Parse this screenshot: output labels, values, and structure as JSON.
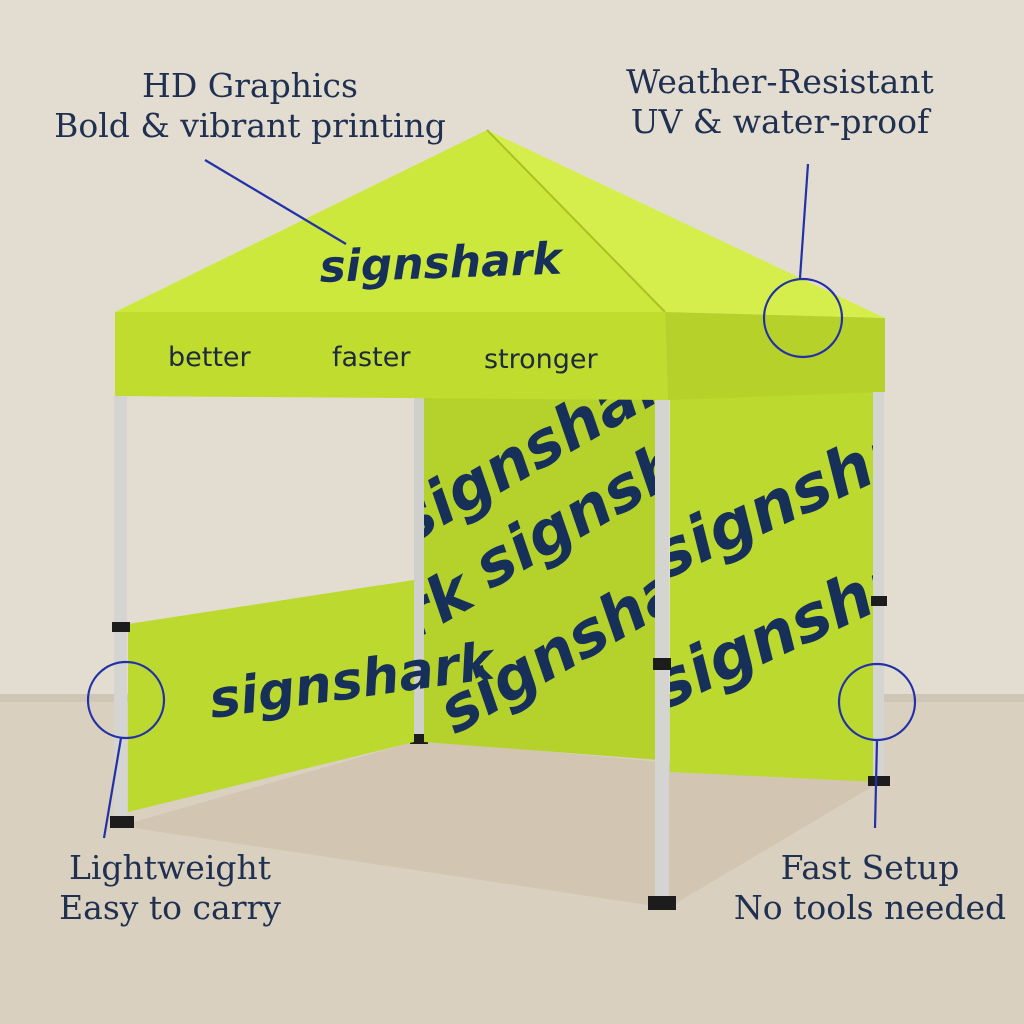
{
  "colors": {
    "background": "#e3ddd1",
    "floor": "#d9d0c0",
    "canopy": "#c7e232",
    "canopy_shade": "#b2cc28",
    "wall": "#b5d22c",
    "brand_text": "#17305a",
    "callout_line": "#2231a8",
    "frame": "#d4d4d0"
  },
  "callouts": {
    "hd_graphics": {
      "title": "HD Graphics",
      "subtitle": "Bold & vibrant printing"
    },
    "weather_resistant": {
      "title": "Weather-Resistant",
      "subtitle": "UV & water-proof"
    },
    "lightweight": {
      "title": "Lightweight",
      "subtitle": "Easy to carry"
    },
    "fast_setup": {
      "title": "Fast Setup",
      "subtitle": "No tools needed"
    }
  },
  "tent": {
    "roof_brand": "signshark",
    "valance": {
      "word1": "better",
      "word2": "faster",
      "word3": "stronger"
    },
    "half_wall_brand": "signshark",
    "back_wall_brand": [
      "signshar",
      "signshark",
      "rk",
      "signshark"
    ],
    "side_wall_brand": [
      "signshark",
      "signshark"
    ]
  },
  "icons": [
    "callout-circle-icon"
  ]
}
